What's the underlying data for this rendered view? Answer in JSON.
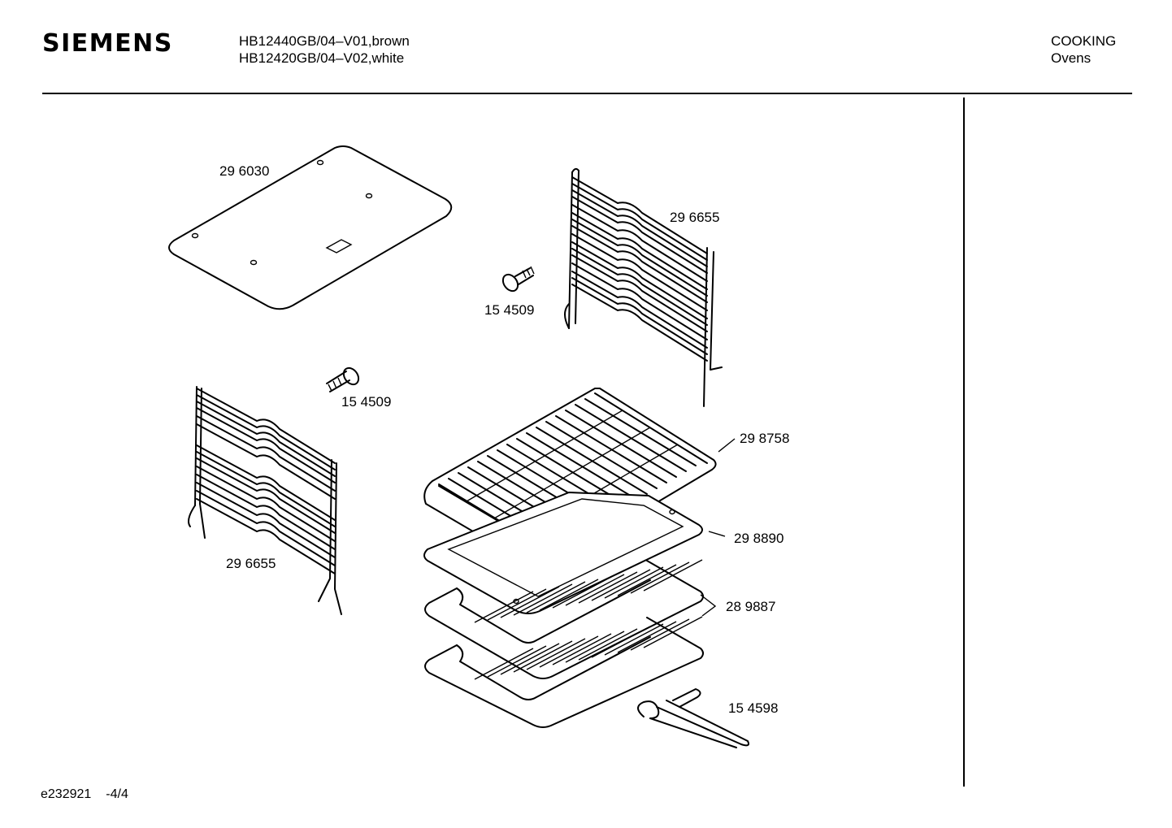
{
  "header": {
    "brand": "SIEMENS",
    "model_line_1": "HB12440GB/04–V01,brown",
    "model_line_2": "HB12420GB/04–V02,white",
    "category": "COOKING",
    "subcategory": "Ovens"
  },
  "parts": [
    {
      "number": "29 6030",
      "item": "plate"
    },
    {
      "number": "29 6655",
      "item": "shelf-support-right"
    },
    {
      "number": "15 4509",
      "item": "screw-upper"
    },
    {
      "number": "15 4509",
      "item": "screw-lower"
    },
    {
      "number": "29 6655",
      "item": "shelf-support-left"
    },
    {
      "number": "29 8758",
      "item": "wire-rack"
    },
    {
      "number": "29 8890",
      "item": "baking-tray"
    },
    {
      "number": "28 9887",
      "item": "grill-grids"
    },
    {
      "number": "15 4598",
      "item": "tray-handle"
    }
  ],
  "footer": {
    "doc_id": "e232921",
    "page": "-4/4"
  }
}
